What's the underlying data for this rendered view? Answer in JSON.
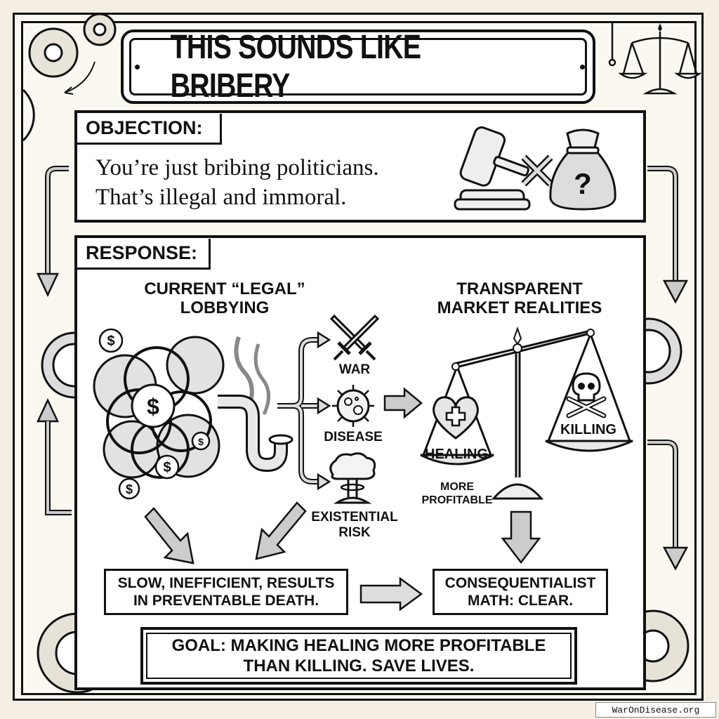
{
  "title": "THIS SOUNDS LIKE BRIBERY",
  "objection": {
    "tag": "OBJECTION:",
    "lines": [
      "You’re just bribing politicians.",
      "That’s illegal and immoral."
    ],
    "icons": [
      "gavel-icon",
      "cross-icon",
      "money-bag-question-icon"
    ]
  },
  "response": {
    "tag": "RESPONSE:",
    "left": {
      "heading_line1": "CURRENT “LEGAL”",
      "heading_line2": "LOBBYING",
      "illustration": "tangled-gears-money-icon",
      "outcomes": [
        {
          "label": "WAR",
          "icon": "crossed-swords-icon"
        },
        {
          "label": "DISEASE",
          "icon": "virus-icon"
        },
        {
          "label_line1": "EXISTENTIAL",
          "label_line2": "RISK",
          "icon": "mushroom-cloud-icon"
        }
      ]
    },
    "right": {
      "heading_line1": "TRANSPARENT",
      "heading_line2": "MARKET REALITIES",
      "scale": {
        "left_pan": "HEALING",
        "right_pan": "KILLING",
        "left_caption_line1": "MORE",
        "left_caption_line2": "PROFITABLE"
      }
    },
    "result_left_line1": "SLOW, INEFFICIENT, RESULTS",
    "result_left_line2": "IN PREVENTABLE DEATH.",
    "result_right_line1": "CONSEQUENTIALIST",
    "result_right_line2": "MATH: CLEAR."
  },
  "goal": {
    "line1": "GOAL: MAKING HEALING MORE PROFITABLE",
    "line2": "THAN KILLING. SAVE LIVES."
  },
  "watermark": "WarOnDisease.org"
}
